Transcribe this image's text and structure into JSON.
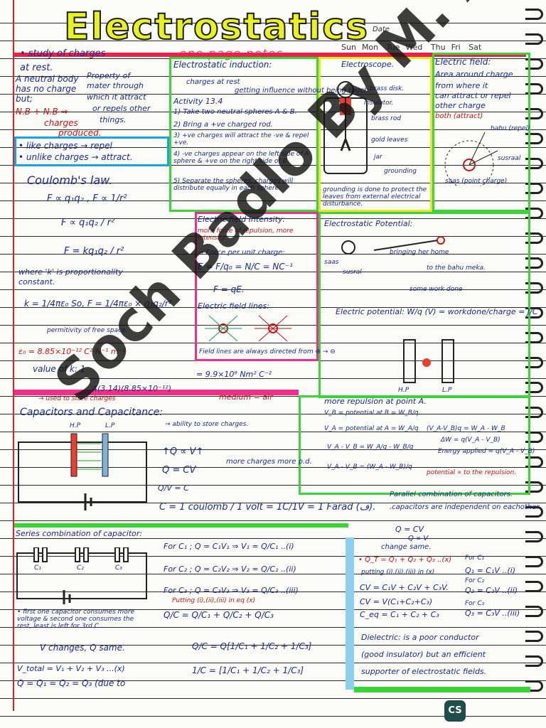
{
  "header": {
    "title": "Electrostatics",
    "subtitle": "one page notes",
    "date_label": "Date",
    "days": [
      "Sun",
      "Mon",
      "Tue",
      "Wed",
      "Thu",
      "Fri",
      "Sat"
    ]
  },
  "charges": {
    "lines": [
      "• study of charges",
      "at rest.",
      "A neutral body",
      "has no charge",
      "but;",
      "N.B + N.B ⇒",
      "charges",
      "produced.",
      "• like charges → repel",
      "• unlike charges → attract."
    ],
    "property": [
      "Property of",
      "mater through",
      "which it attract",
      "or repels other",
      "things."
    ]
  },
  "coulomb": {
    "heading": "Coulomb's law.",
    "lines": [
      "F ∝ q₁q₂ , F ∝ 1/r²",
      "F ∝ q₁q₂ / r²",
      "F = kq₁q₂ / r²",
      "where 'k' is proportionality",
      "constant.",
      "k = 1/4πε₀   So, F = 1/4πε₀ × q₁q₂/r²",
      "permitivity of free space.",
      "ε₀ = 8.85×10⁻¹² C² N⁻¹ m⁻²",
      "value of k:  1",
      "4(3.14)(8.85×10⁻¹²)",
      "= 9.9×10⁹ Nm² C⁻²",
      "medium = air"
    ]
  },
  "induction": {
    "heading": "Electrostatic induction:",
    "lines": [
      "charges at rest",
      "getting influence without being touch.",
      "Activity 13.4",
      "1) Take two neutral spheres A & B.",
      "2) Bring a +ve charged rod.",
      "3) +ve charges will attract the -ve & repel +ve.",
      "4) -ve charges appear on the left side of A sphere & +ve on the right side of B.",
      "5) Separate the spheres, charges will distribute equally in each sphere."
    ]
  },
  "electroscope": {
    "heading": "Electroscope.",
    "labels": [
      "brass disk.",
      "insulator.",
      "brass rod",
      "gold leaves",
      "jar",
      "grounding"
    ],
    "note": "grounding is done to protect the leaves from external electrical disturbance."
  },
  "field": {
    "heading": "Electric field:",
    "lines": [
      "Area around charge",
      "from where it",
      "can attract or repel",
      "other charge",
      "both (attract)"
    ],
    "labels": [
      "bahu (repel)",
      "susraal",
      "saas (point charge)"
    ]
  },
  "intensity": {
    "heading": "Electric field Intensity:",
    "lines": [
      "more force of repulsion, more intensity.",
      "→ Force per unit charge:",
      "E = F/q₀ = N/C = NC⁻¹",
      "F = qE."
    ]
  },
  "field_lines": {
    "heading": "Electric field lines:",
    "note": "Field lines are always directed from ⊕ → ⊖"
  },
  "potential": {
    "heading": "Electrostatic Potential:",
    "labels": [
      "saas",
      "susral",
      "bringing her home",
      "to the bahu meka.",
      "some work done"
    ],
    "formula": "Electric potential: W/q (V) = workdone/charge = J/C",
    "hp_lp": [
      "H.P",
      "L.P"
    ]
  },
  "repulsion": {
    "lines": [
      "more repulsion at point A.",
      "V_B = potential at B = W_B/q",
      "V_A = potential at A = W_A/q",
      "V_A - V_B = W_A/q - W_B/q",
      "V_A - V_B = (W_A - W_B)/q"
    ],
    "right": [
      "(V_A-V_B)q = W_A - W_B",
      "ΔW = q(V_A - V_B)",
      "Energy applied = q(V_A - V_B)",
      "potential ∝ to the repulsion."
    ]
  },
  "capacitors": {
    "heading": "Capacitors and Capacitance:",
    "used": "→ used to store charges",
    "ability": "→ ability to store charges.",
    "lines": [
      "↑Q ∝ V↑",
      "Q = CV",
      "Q/V = C",
      "C = 1 coulomb / 1 volt = 1C/1V = 1 Farad (ف)."
    ],
    "bracket": "more charges more p.d.",
    "plates": [
      "H.P",
      "L.P"
    ]
  },
  "parallel": {
    "heading": "Parallel combination of capacitors.",
    "lines": [
      ".capacitors are independent on eachother",
      "Q = CV",
      "Q ∝ V",
      "change same.",
      "• Q_T = Q₁ + Q₂ + Q₃ ..(x)",
      "putting (i),(ii),(iii) in (x)",
      "CV = C₁V + C₂V + C₃V.",
      "CV = V(C₁+C₂+C₃)",
      "C_eq = C₁ + C₂ + C₃"
    ],
    "right": [
      "For C₁",
      "Q₁ = C₁V ..(i)",
      "For C₂",
      "Q₂ = C₂V ..(ii)",
      "For C₃",
      "Q₃ = C₃V ..(iii)"
    ]
  },
  "dielectric": {
    "lines": [
      "Dielectric: is a poor conductor",
      "(good insulator) but an efficient",
      "supporter of electrostatic fields."
    ]
  },
  "series": {
    "heading": "Series combination of capacitor:",
    "labels": [
      "C₁",
      "C₂",
      "C₃"
    ],
    "notes": [
      "• first one capacitor consumes more voltage & second one consumes the rest, least is left for 3rd C.",
      "V changes, Q same.",
      "V_total = V₁ + V₂ + V₃ ...(x)",
      "Q = Q₁ = Q₂ = Q₃ (due to"
    ],
    "formulas": [
      "For C₁ ; Q = C₁V₁ ⇒ V₁ = Q/C₁ ..(i)",
      "For C₂ ; Q = C₂V₂ ⇒ V₂ = Q/C₂ ..(ii)",
      "For C₃ ; Q = C₃V₃ ⇒ V₃ = Q/C₃ ..(iii)",
      "Putting (i),(ii),(iii) in eq (x)",
      "Q/C = Q/C₁ + Q/C₂ + Q/C₃",
      "Q/C = Q[1/C₁ + 1/C₂ + 1/C₃]",
      "1/C = [1/C₁ + 1/C₂ + 1/C₃]"
    ]
  },
  "watermark": "Soch Badlo By M. Ali",
  "badge": "CS"
}
